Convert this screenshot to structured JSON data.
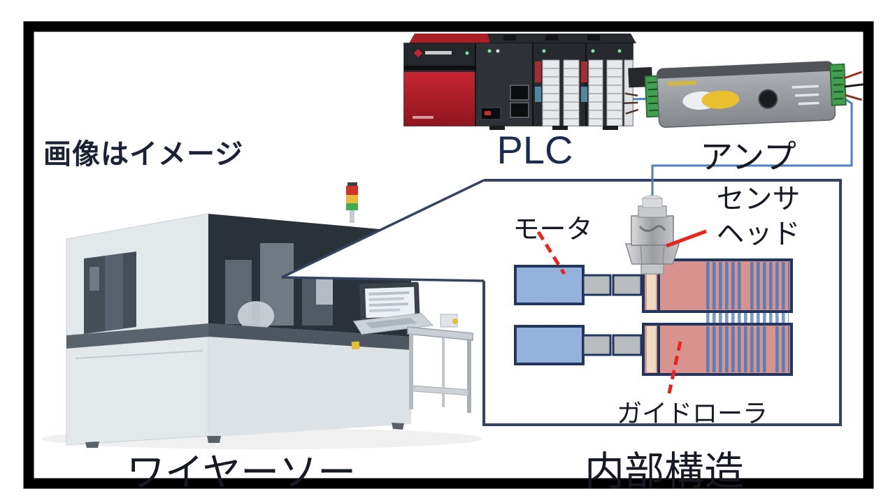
{
  "diagram": {
    "caption": "画像はイメージ",
    "plc": {
      "label": "PLC"
    },
    "amplifier": {
      "label": "アンプ"
    },
    "wire_saw": {
      "label": "ワイヤーソー"
    },
    "internal_structure": {
      "label": "内部構造",
      "motor_label": "モータ",
      "sensor_head_label_line1": "センサ",
      "sensor_head_label_line2": "ヘッド",
      "guide_roller_label": "ガイドローラ"
    },
    "colors": {
      "frame_border": "#000000",
      "callout_box_border": "#36435f",
      "connector_line_blue": "#4d7fc0",
      "leader_line_red": "#e8251d",
      "motor_fill": "#94b2dc",
      "roller_fill": "#d8938f",
      "roller_stripe_blue": "#5a7fb6",
      "roller_end_cream": "#eddcc2",
      "plc_accent_red": "#b51f2b",
      "amp_terminal_green": "#41a04f",
      "tower_red": "#d4332a",
      "tower_yellow": "#e8b93c",
      "tower_green": "#3fae52"
    }
  }
}
